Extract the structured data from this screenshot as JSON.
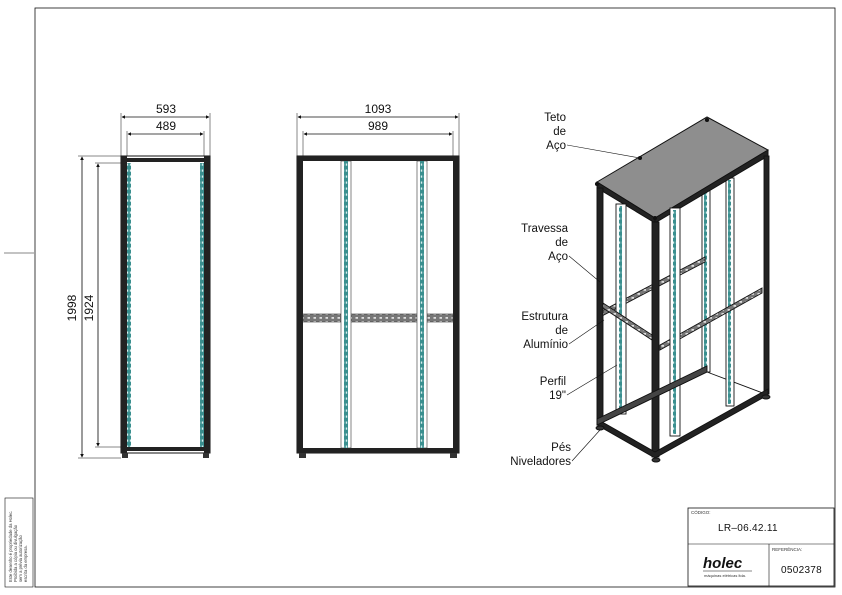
{
  "dimensions": {
    "side_outer_width": "593",
    "side_inner_width": "489",
    "front_outer_width": "1093",
    "front_inner_width": "989",
    "overall_height": "1998",
    "inner_height": "1924"
  },
  "callouts": {
    "teto": [
      "Teto",
      "de",
      "Aço"
    ],
    "travessa": [
      "Travessa",
      "de",
      "Aço"
    ],
    "estrutura": [
      "Estrutura",
      "de",
      "Alumínio"
    ],
    "perfil": [
      "Perfil",
      "19\""
    ],
    "pes": [
      "Pés",
      "Niveladores"
    ]
  },
  "side_note": [
    "Este desenho é propriedade da Holec.",
    "Proibida a cópia ou divulgação",
    "sem a prévia autorização",
    "escrita da empresa."
  ],
  "title_block": {
    "codigo_label": "CÓDIGO:",
    "codigo": "LR–06.42.11",
    "referencia_label": "REFERÊNCIA:",
    "referencia": "0502378",
    "logo": "holec",
    "logo_sub": "máquinas elétricas ltda."
  },
  "colors": {
    "profile": "#3a8f8f",
    "roof": "#8e8e8e",
    "line": "#111111"
  }
}
